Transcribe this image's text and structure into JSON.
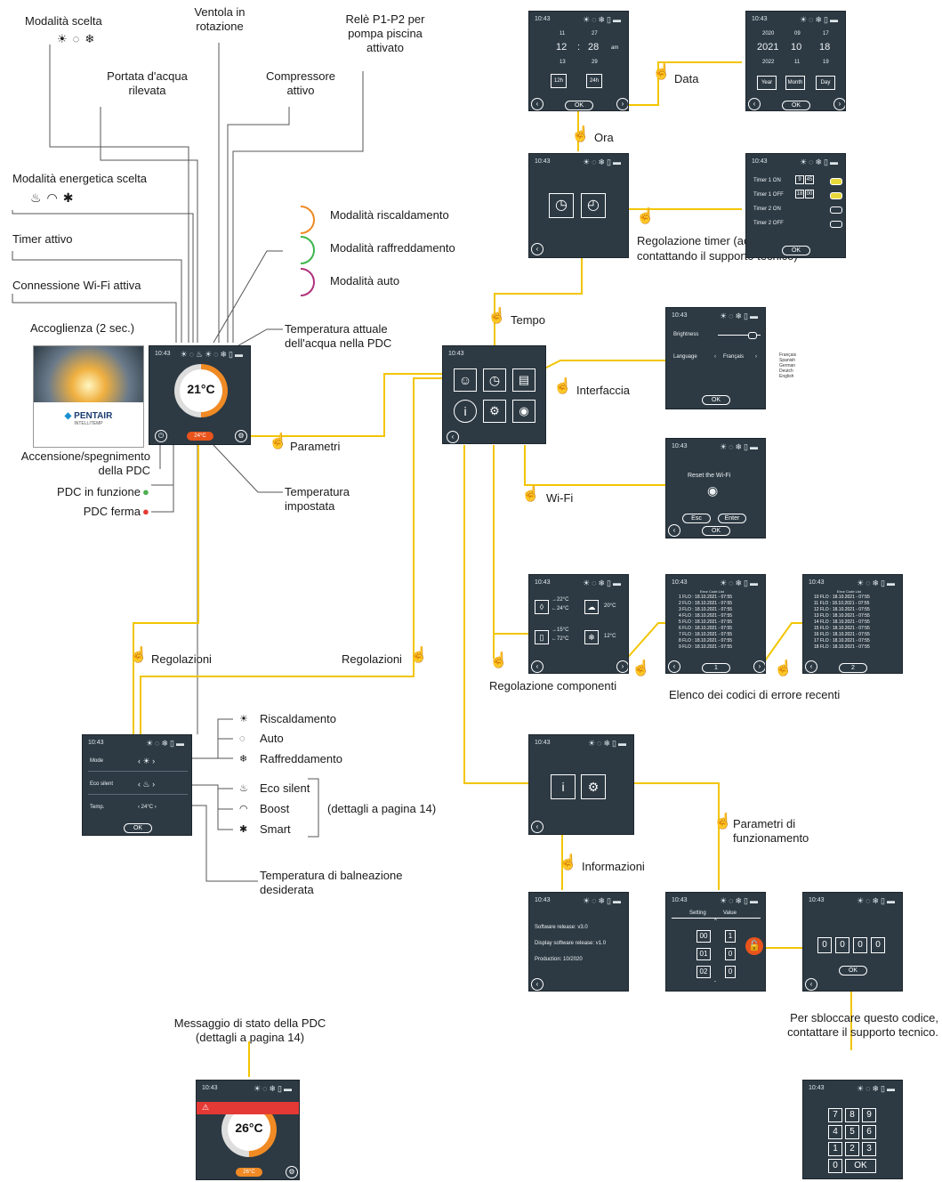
{
  "labels": {
    "modalita_scelta": "Modalità scelta",
    "ventola": "Ventola in rotazione",
    "rele": "Relè P1-P2 per pompa piscina attivato",
    "portata": "Portata d'acqua rilevata",
    "compressore": "Compressore attivo",
    "modalita_energetica": "Modalità energetica scelta",
    "timer_attivo": "Timer attivo",
    "wifi_attiva": "Connessione Wi-Fi attiva",
    "accoglienza": "Accoglienza (2 sec.)",
    "mod_riscaldamento": "Modalità riscaldamento",
    "mod_raffreddamento": "Modalità raffreddamento",
    "mod_auto": "Modalità auto",
    "temp_attuale": "Temperatura attuale dell'acqua nella PDC",
    "accensione": "Accensione/spegnimento della PDC",
    "pdc_funzione": "PDC in funzione",
    "pdc_ferma": "PDC ferma",
    "temp_impostata": "Temperatura impostata",
    "parametri": "Parametri",
    "ora": "Ora",
    "data": "Data",
    "tempo": "Tempo",
    "interfaccia": "Interfaccia",
    "wifi": "Wi-Fi",
    "regolazione_timer": "Regolazione timer (accessibile contattando il supporto tecnico)",
    "regolazioni_left": "Regolazioni",
    "regolazioni_right": "Regolazioni",
    "regolazione_componenti": "Regolazione componenti",
    "elenco_errori": "Elenco dei codici di errore recenti",
    "riscaldamento": "Riscaldamento",
    "auto": "Auto",
    "raffreddamento": "Raffreddamento",
    "eco_silent": "Eco silent",
    "boost": "Boost",
    "smart": "Smart",
    "dettagli14": "(dettagli a pagina 14)",
    "temp_balneazione": "Temperatura di balneazione desiderata",
    "parametri_funz": "Parametri di funzionamento",
    "informazioni": "Informazioni",
    "sbloccare": "Per sbloccare questo codice, contattare il supporto tecnico.",
    "messaggio_stato": "Messaggio di stato della PDC (dettagli a pagina 14)"
  },
  "screens": {
    "time": "10:43",
    "main_temp": "21°C",
    "main_setpoint": "24°C",
    "status_temp": "26°C",
    "status_setpoint": "26°C",
    "welcome_brand": "PENTAIR",
    "welcome_sub": "INTELLITEMP",
    "ok": "OK",
    "clock": {
      "h_prev": "11",
      "h": "12",
      "h_next": "13",
      "m_prev": "27",
      "m": "28",
      "m_next": "29",
      "ampm": "am",
      "b12": "12h",
      "b24": "24h"
    },
    "date": {
      "y_prev": "2020",
      "y": "2021",
      "y_next": "2022",
      "mo_prev": "09",
      "mo": "10",
      "mo_next": "11",
      "d_prev": "17",
      "d": "18",
      "d_next": "19",
      "year": "Year",
      "month": "Month",
      "day": "Day"
    },
    "timers": [
      {
        "label": "Timer 1 ON",
        "h": "9",
        "m": "45"
      },
      {
        "label": "Timer 1 OFF",
        "h": "18",
        "m": "00"
      },
      {
        "label": "Timer 2 ON",
        "h": "",
        "m": ""
      },
      {
        "label": "Timer 2 OFF",
        "h": "",
        "m": ""
      }
    ],
    "interface": {
      "brightness": "Brightness",
      "language": "Language",
      "lang_value": "Français",
      "languages": [
        "Français",
        "Spanish",
        "German",
        "Deutch",
        "English"
      ]
    },
    "wifi": {
      "title": "Reset the Wi-Fi",
      "esc": "Esc",
      "enter": "Enter"
    },
    "components": {
      "in_t": "22°C",
      "out_t": "24°C",
      "air": "20°C",
      "c_in": "15°C",
      "c_out": "72°C",
      "frost": "12°C"
    },
    "errors_title": "Error Code List",
    "errors1": [
      "1 FLO : 18.10.2021 - 07:55",
      "2 FLO : 18.10.2021 - 07:55",
      "3 FLO : 18.10.2021 - 07:55",
      "4 FLO : 18.10.2021 - 07:55",
      "5 FLO : 18.10.2021 - 07:55",
      "6 FLO : 18.10.2021 - 07:55",
      "7 FLO : 18.10.2021 - 07:55",
      "8 FLO : 18.10.2021 - 07:55",
      "9 FLO : 18.10.2021 - 07:55"
    ],
    "errors2": [
      "10 FLO : 18.10.2021 - 07:55",
      "11 FLO : 18.10.2021 - 07:55",
      "12 FLO : 18.10.2021 - 07:55",
      "13 FLO : 18.10.2021 - 07:55",
      "14 FLO : 18.10.2021 - 07:55",
      "15 FLO : 18.10.2021 - 07:55",
      "16 FLO : 18.10.2021 - 07:55",
      "17 FLO : 18.10.2021 - 07:55",
      "18 FLO : 18.10.2021 - 07:55"
    ],
    "page1": "1",
    "page2": "2",
    "settings": {
      "mode": "Mode",
      "eco": "Eco silent",
      "temp": "Temp.",
      "temp_value": "24°C"
    },
    "info": {
      "sw": "Software release: v3.0",
      "disp": "Display software release: v1.0",
      "prod": "Production: 10/2020"
    },
    "params": {
      "setting": "Setting",
      "value": "Value",
      "rows": [
        {
          "s": "00",
          "v": "1"
        },
        {
          "s": "01",
          "v": "0"
        },
        {
          "s": "02",
          "v": "0"
        }
      ]
    },
    "code": [
      "0",
      "0",
      "0",
      "0"
    ],
    "keypad": [
      "7",
      "8",
      "9",
      "4",
      "5",
      "6",
      "1",
      "2",
      "3",
      "0",
      "OK"
    ]
  },
  "colors": {
    "wire": "#f2c500",
    "screen": "#2d3a44",
    "heat": "#f08a24",
    "cool": "#3cb54a",
    "auto": "#b0307a",
    "alarm": "#e53935"
  }
}
